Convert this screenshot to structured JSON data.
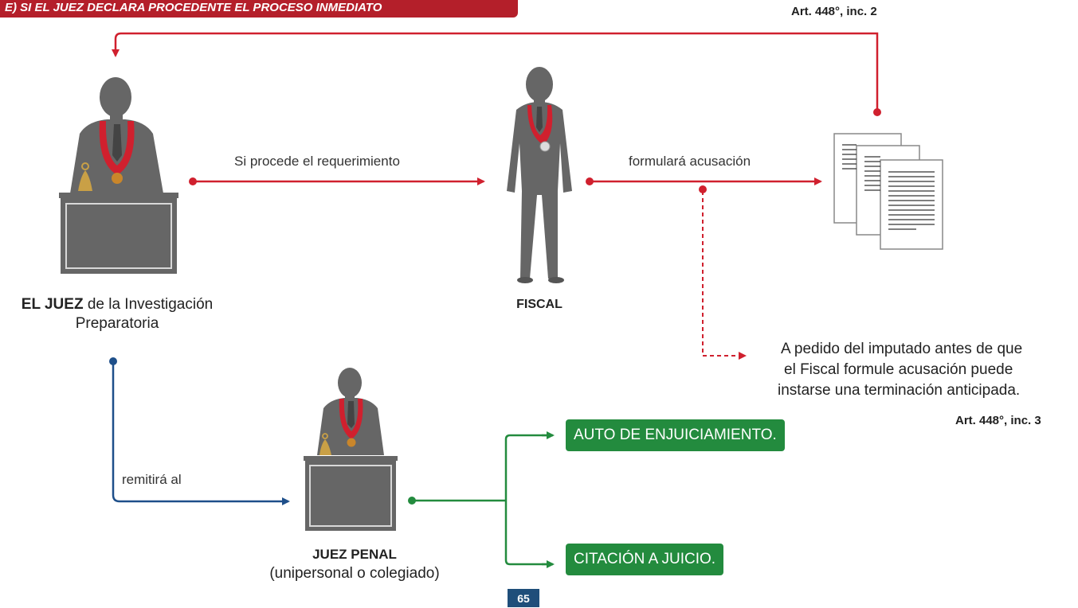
{
  "banner": {
    "title": "E) SI EL JUEZ DECLARA PROCEDENTE EL PROCESO INMEDIATO"
  },
  "refs": {
    "art_top": "Art. 448°, inc. 2",
    "art_right": "Art. 448°, inc. 3"
  },
  "arrows": {
    "si_procede": "Si procede el requerimiento",
    "formulara": "formulará acusación",
    "remitira": "remitirá al"
  },
  "actors": {
    "juez_bold": "EL JUEZ",
    "juez_rest": " de la Investigación",
    "juez_line2": "Preparatoria",
    "fiscal": "FISCAL",
    "juez_penal": "JUEZ PENAL",
    "juez_penal_sub": "(unipersonal o colegiado)"
  },
  "note": {
    "line1": "A pedido del imputado antes de que",
    "line2": "el Fiscal formule acusación puede",
    "line3": "instarse una terminación anticipada."
  },
  "outcomes": {
    "auto": "AUTO DE ENJUICIAMIENTO.",
    "citacion": "CITACIÓN A JUICIO."
  },
  "page": {
    "number": "65"
  },
  "colors": {
    "red": "#d0202e",
    "blue": "#1e4f8a",
    "green": "#238b3e",
    "figure": "#666666",
    "banner": "#b41f2a"
  }
}
